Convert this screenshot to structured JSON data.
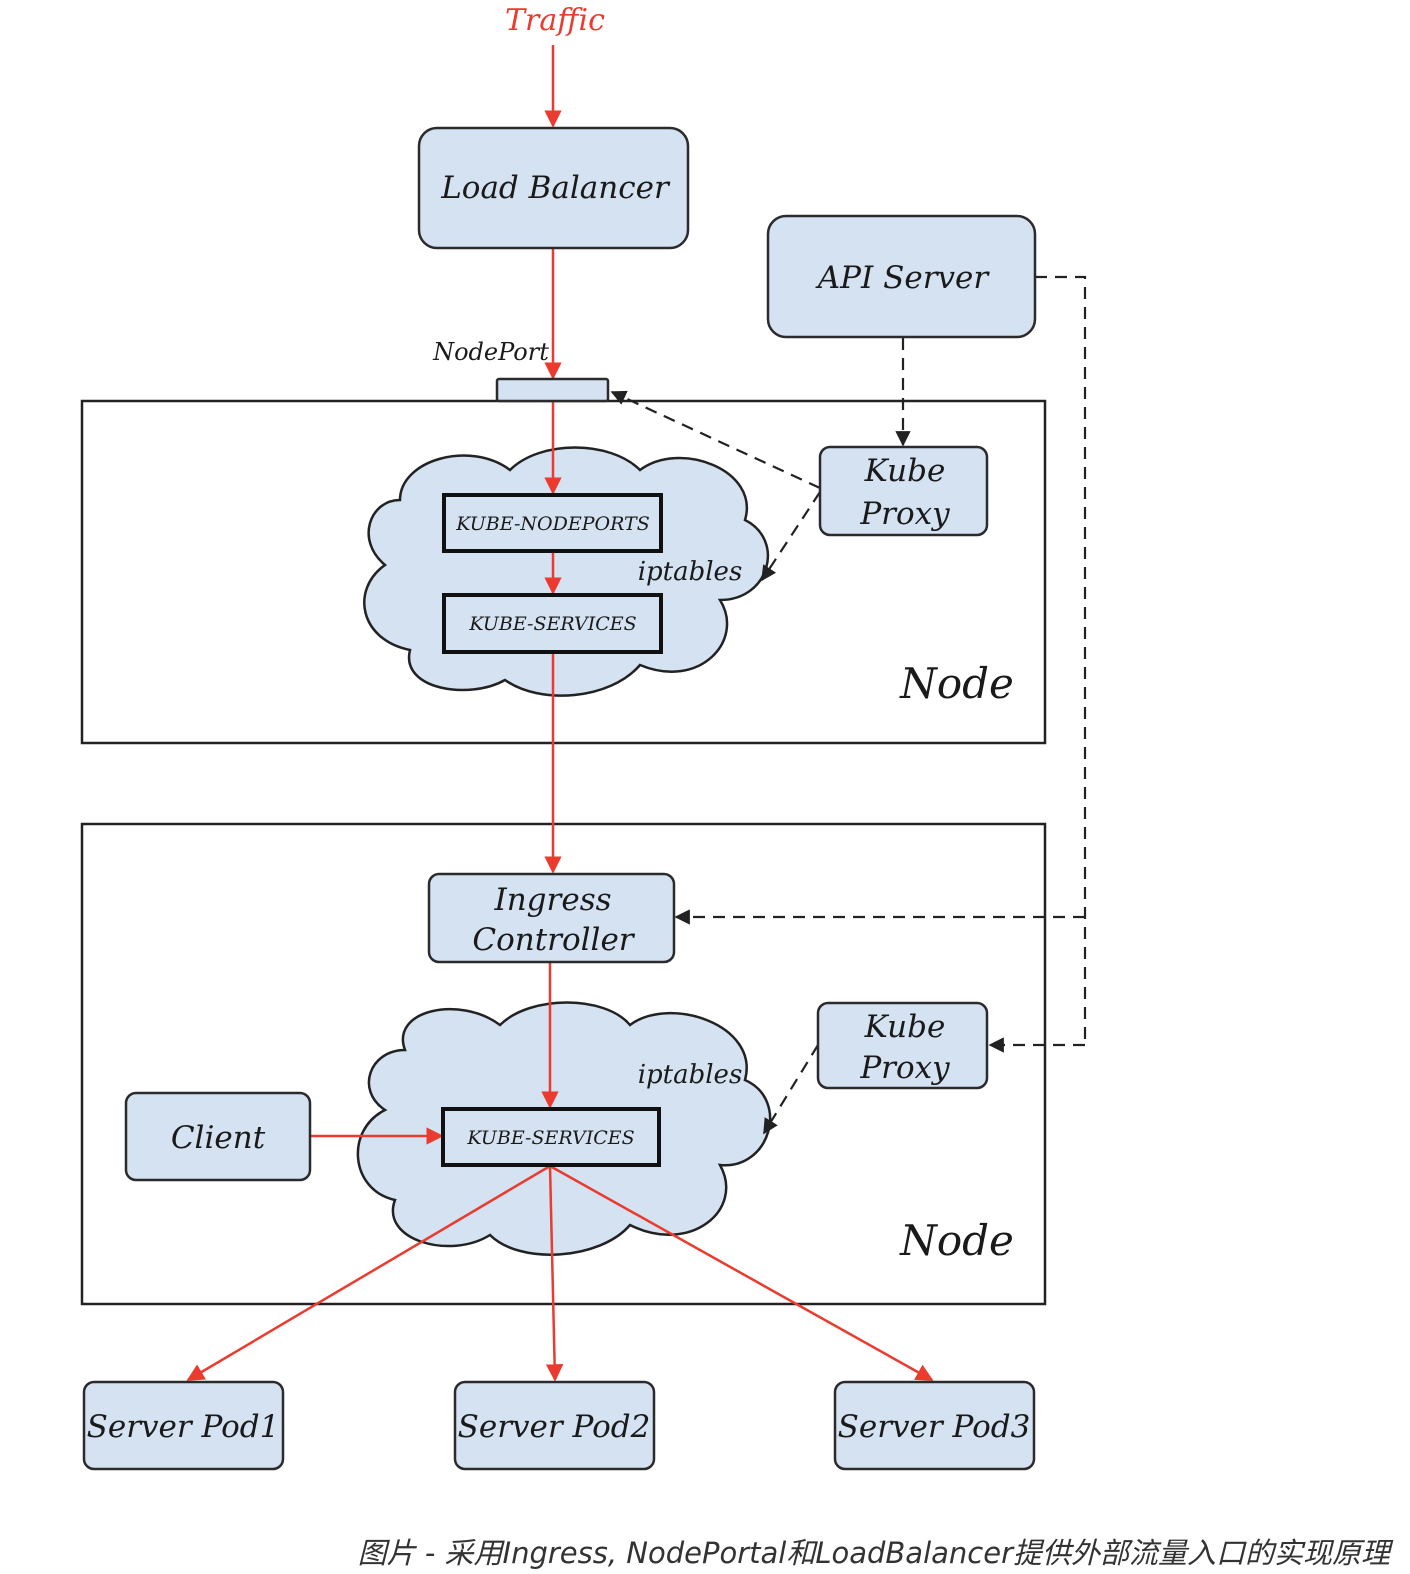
{
  "traffic": "Traffic",
  "load_balancer": "Load Balancer",
  "api_server": "API Server",
  "nodeport": "NodePort",
  "node1": {
    "label": "Node",
    "kube_proxy": [
      "Kube",
      "Proxy"
    ],
    "iptables": "iptables",
    "chain_nodeports": "KUBE-NODEPORTS",
    "chain_services": "KUBE-SERVICES"
  },
  "node2": {
    "label": "Node",
    "ingress_controller": [
      "Ingress",
      "Controller"
    ],
    "kube_proxy": [
      "Kube",
      "Proxy"
    ],
    "iptables": "iptables",
    "chain_services": "KUBE-SERVICES",
    "client": "Client"
  },
  "pods": [
    "Server Pod1",
    "Server Pod2",
    "Server Pod3"
  ],
  "caption": "图片 - 采用Ingress, NodePortal和LoadBalancer提供外部流量入口的实现原理",
  "colors": {
    "box_fill": "#d4e2f2",
    "traffic_arrow": "#ea3b2e",
    "control_arrow": "#222222"
  }
}
